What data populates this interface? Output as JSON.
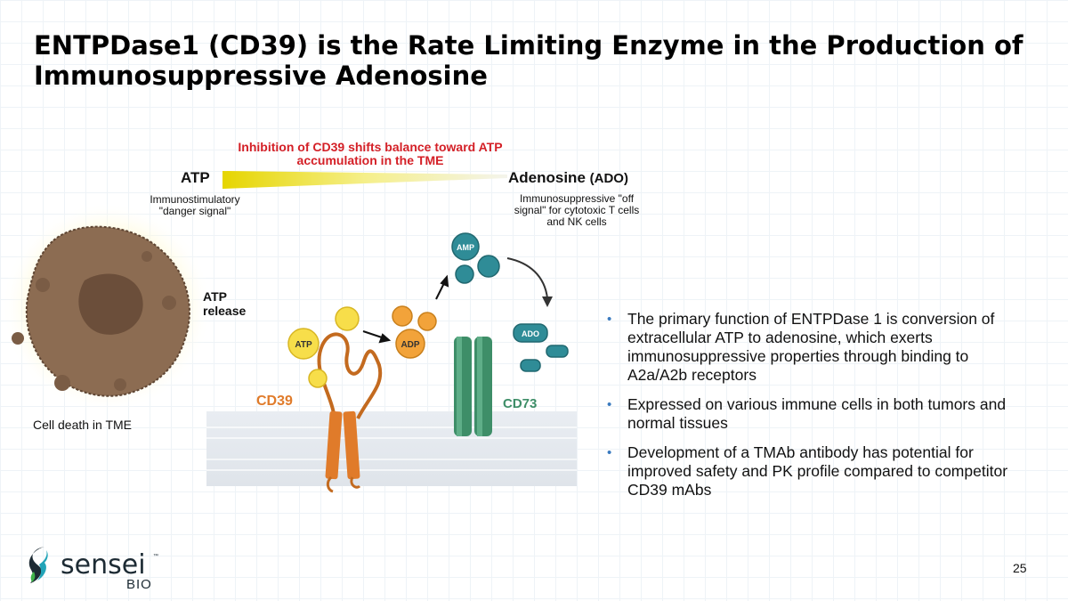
{
  "slide": {
    "title": "ENTPDase1 (CD39) is the Rate Limiting Enzyme in the Production of Immunosuppressive Adenosine",
    "page_number": "25"
  },
  "figure": {
    "inhibition_text": "Inhibition of CD39 shifts balance toward ATP accumulation in the TME",
    "atp_heading": "ATP",
    "atp_description": "Immunostimulatory \"danger signal\"",
    "adenosine_heading": "Adenosine",
    "adenosine_abbrev": "(ADO)",
    "adenosine_description": "Immunosuppressive \"off signal\" for cytotoxic T cells and NK cells",
    "atp_release_label": "ATP release",
    "cell_death_label": "Cell death in TME",
    "cd39_label": "CD39",
    "cd73_label": "CD73",
    "molecule_atp": "ATP",
    "molecule_adp": "ADP",
    "molecule_amp": "AMP",
    "molecule_ado": "ADO"
  },
  "bullets": [
    "The primary function of ENTPDase 1 is conversion of extracellular ATP  to adenosine, which exerts immunosuppressive properties through binding to A2a/A2b receptors",
    "Expressed on various immune cells in both tumors and normal tissues",
    "Development of a TMAb antibody has potential for improved safety and PK profile compared to competitor CD39 mAbs"
  ],
  "logo": {
    "wordmark": "sensei",
    "suffix": "BIO",
    "trademark": "™",
    "icon": "sensei-s-logo-icon"
  },
  "colors": {
    "inhibition_red": "#d42027",
    "cd39_orange": "#e07b2a",
    "cd73_green": "#3e8e68",
    "molecule_teal": "#2f8c97",
    "atp_yellow": "#f7de4a",
    "bullet_blue": "#3a7abf"
  }
}
